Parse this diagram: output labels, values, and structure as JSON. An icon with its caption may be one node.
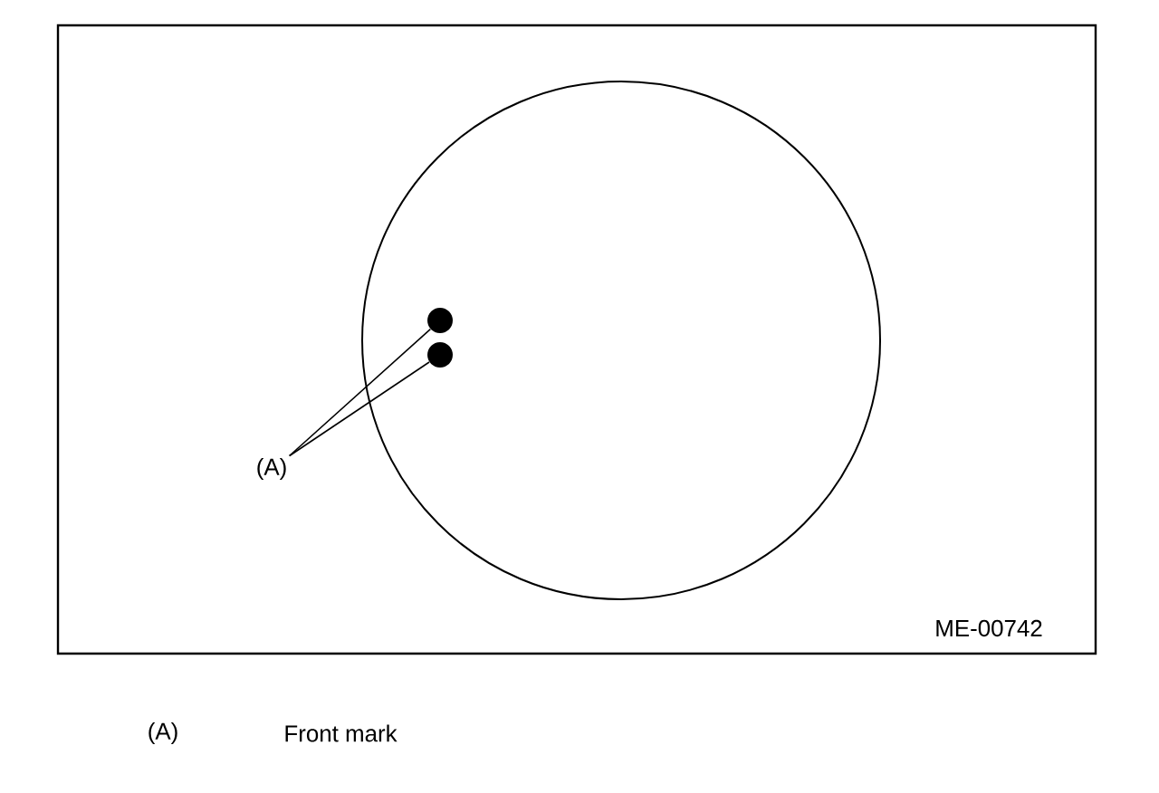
{
  "diagram": {
    "nodes": [
      {
        "text": [
          "(A)"
        ]
      },
      {
        "text": [],
        "shape": "circle"
      },
      {
        "text": [],
        "shape": "circle"
      }
    ],
    "edges": [
      {
        "from": 0,
        "to": 1,
        "arrow": "none"
      },
      {
        "from": 0,
        "to": 2,
        "arrow": "none"
      }
    ],
    "labels": [
      "ME-00742",
      "(A)",
      "Front mark"
    ]
  }
}
